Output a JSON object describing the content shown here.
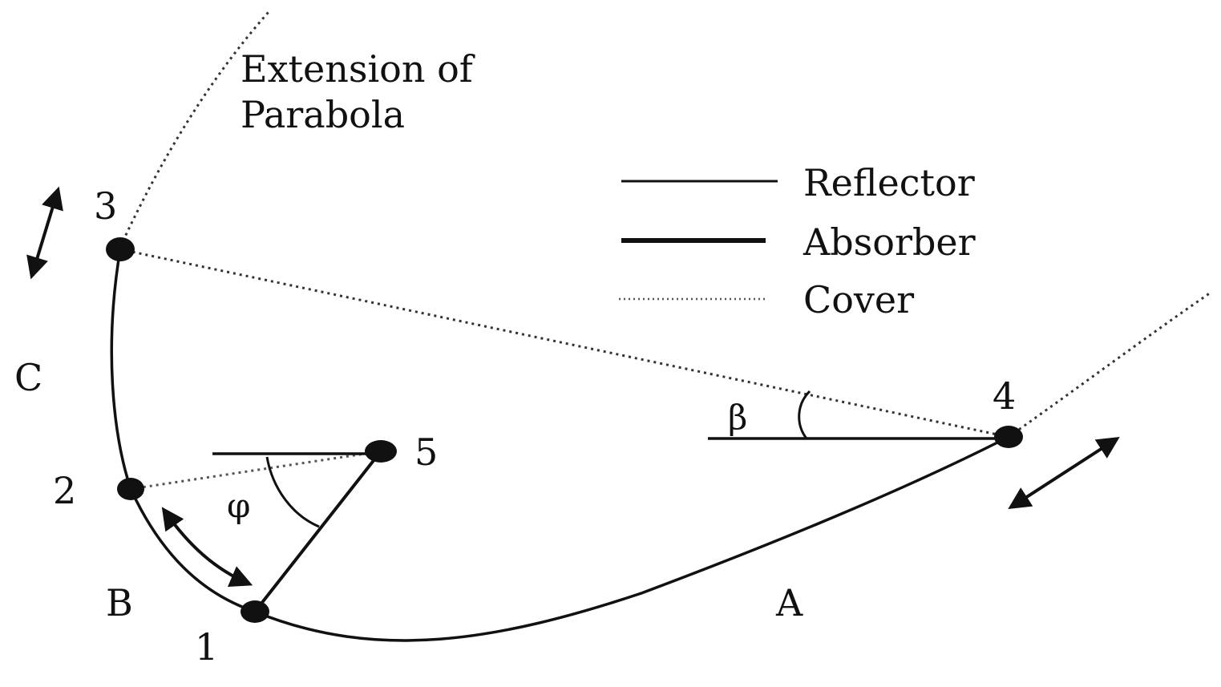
{
  "diagram": {
    "annotation": {
      "line1": "Extension of",
      "line2": "Parabola"
    },
    "legend": [
      {
        "label": "Reflector",
        "style": "thin-solid"
      },
      {
        "label": "Absorber",
        "style": "thick-solid"
      },
      {
        "label": "Cover",
        "style": "dotted"
      }
    ],
    "points": [
      {
        "id": "1",
        "label": "1"
      },
      {
        "id": "2",
        "label": "2"
      },
      {
        "id": "3",
        "label": "3"
      },
      {
        "id": "4",
        "label": "4"
      },
      {
        "id": "5",
        "label": "5"
      }
    ],
    "segments": {
      "A": "A",
      "B": "B",
      "C": "C"
    },
    "angles": {
      "beta": "β",
      "phi": "φ"
    },
    "colors": {
      "line": "#111111",
      "background": "#ffffff"
    }
  }
}
